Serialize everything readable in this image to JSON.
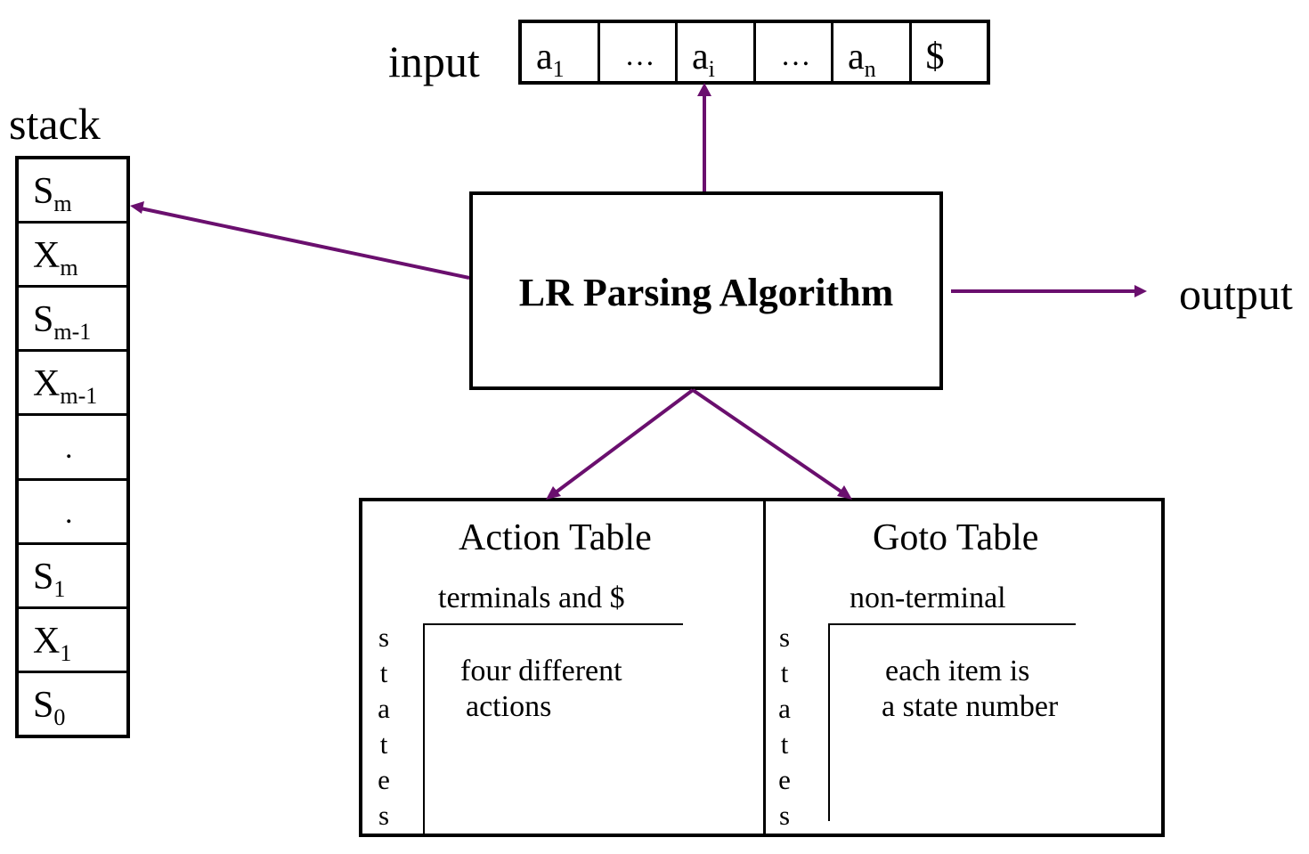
{
  "labels": {
    "input": "input",
    "stack": "stack",
    "output": "output"
  },
  "input_tape": [
    {
      "base": "a",
      "sub": "1"
    },
    {
      "base": "…",
      "sub": ""
    },
    {
      "base": "a",
      "sub": "i"
    },
    {
      "base": "…",
      "sub": ""
    },
    {
      "base": "a",
      "sub": "n"
    },
    {
      "base": "$",
      "sub": ""
    }
  ],
  "stack_cells": [
    {
      "base": "S",
      "sub": "m"
    },
    {
      "base": "X",
      "sub": "m"
    },
    {
      "base": "S",
      "sub": "m-1"
    },
    {
      "base": "X",
      "sub": "m-1"
    },
    {
      "base": ".",
      "sub": ""
    },
    {
      "base": ".",
      "sub": ""
    },
    {
      "base": "S",
      "sub": "1"
    },
    {
      "base": "X",
      "sub": "1"
    },
    {
      "base": "S",
      "sub": "0"
    }
  ],
  "parser": {
    "title": "LR Parsing Algorithm"
  },
  "action_table": {
    "title": "Action Table",
    "columns_label": "terminals and $",
    "rows_label": [
      "s",
      "t",
      "a",
      "t",
      "e",
      "s"
    ],
    "body_line1": "four different",
    "body_line2": "actions"
  },
  "goto_table": {
    "title": "Goto Table",
    "columns_label": "non-terminal",
    "rows_label": [
      "s",
      "t",
      "a",
      "t",
      "e",
      "s"
    ],
    "body_line1": "each item is",
    "body_line2": "a state number"
  },
  "colors": {
    "arrow": "#6a0f6e",
    "line": "#000000",
    "background": "#ffffff"
  }
}
